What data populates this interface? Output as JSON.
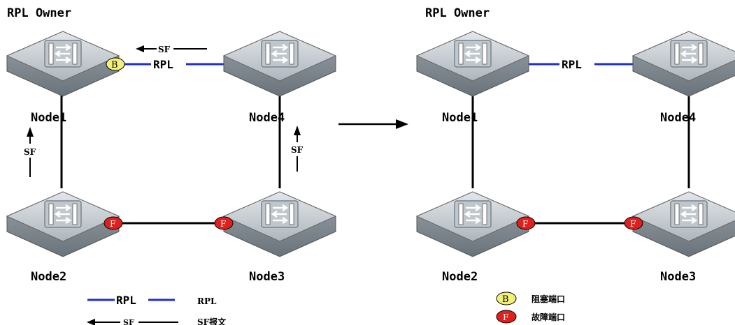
{
  "left_diagram": {
    "owner_label": "RPL Owner",
    "nodes": {
      "node1": "Node1",
      "node2": "Node2",
      "node3": "Node3",
      "node4": "Node4"
    },
    "rpl_link_label": "RPL",
    "sf_top": "SF",
    "sf_left": "SF",
    "sf_right": "SF",
    "port_blocked_letter": "B",
    "port_fault_letter_left": "F",
    "port_fault_letter_right": "F"
  },
  "right_diagram": {
    "owner_label": "RPL Owner",
    "nodes": {
      "node1": "Node1",
      "node2": "Node2",
      "node3": "Node3",
      "node4": "Node4"
    },
    "rpl_link_label": "RPL",
    "port_fault_letter_left": "F",
    "port_fault_letter_right": "F"
  },
  "legend": {
    "rpl_symbol": "RPL",
    "rpl_desc": "RPL",
    "sf_symbol": "SF",
    "sf_desc": "SF报文",
    "blocked_letter": "B",
    "blocked_desc": "阻塞端口",
    "fault_letter": "F",
    "fault_desc": "故障端口"
  },
  "colors": {
    "rpl_link": "#1f2fd0",
    "normal_link": "#000000",
    "blocked_port": "#f3f07a",
    "fault_port": "#e0201c",
    "switch_top": "#c9cfd4",
    "switch_side": "#8a939b"
  }
}
